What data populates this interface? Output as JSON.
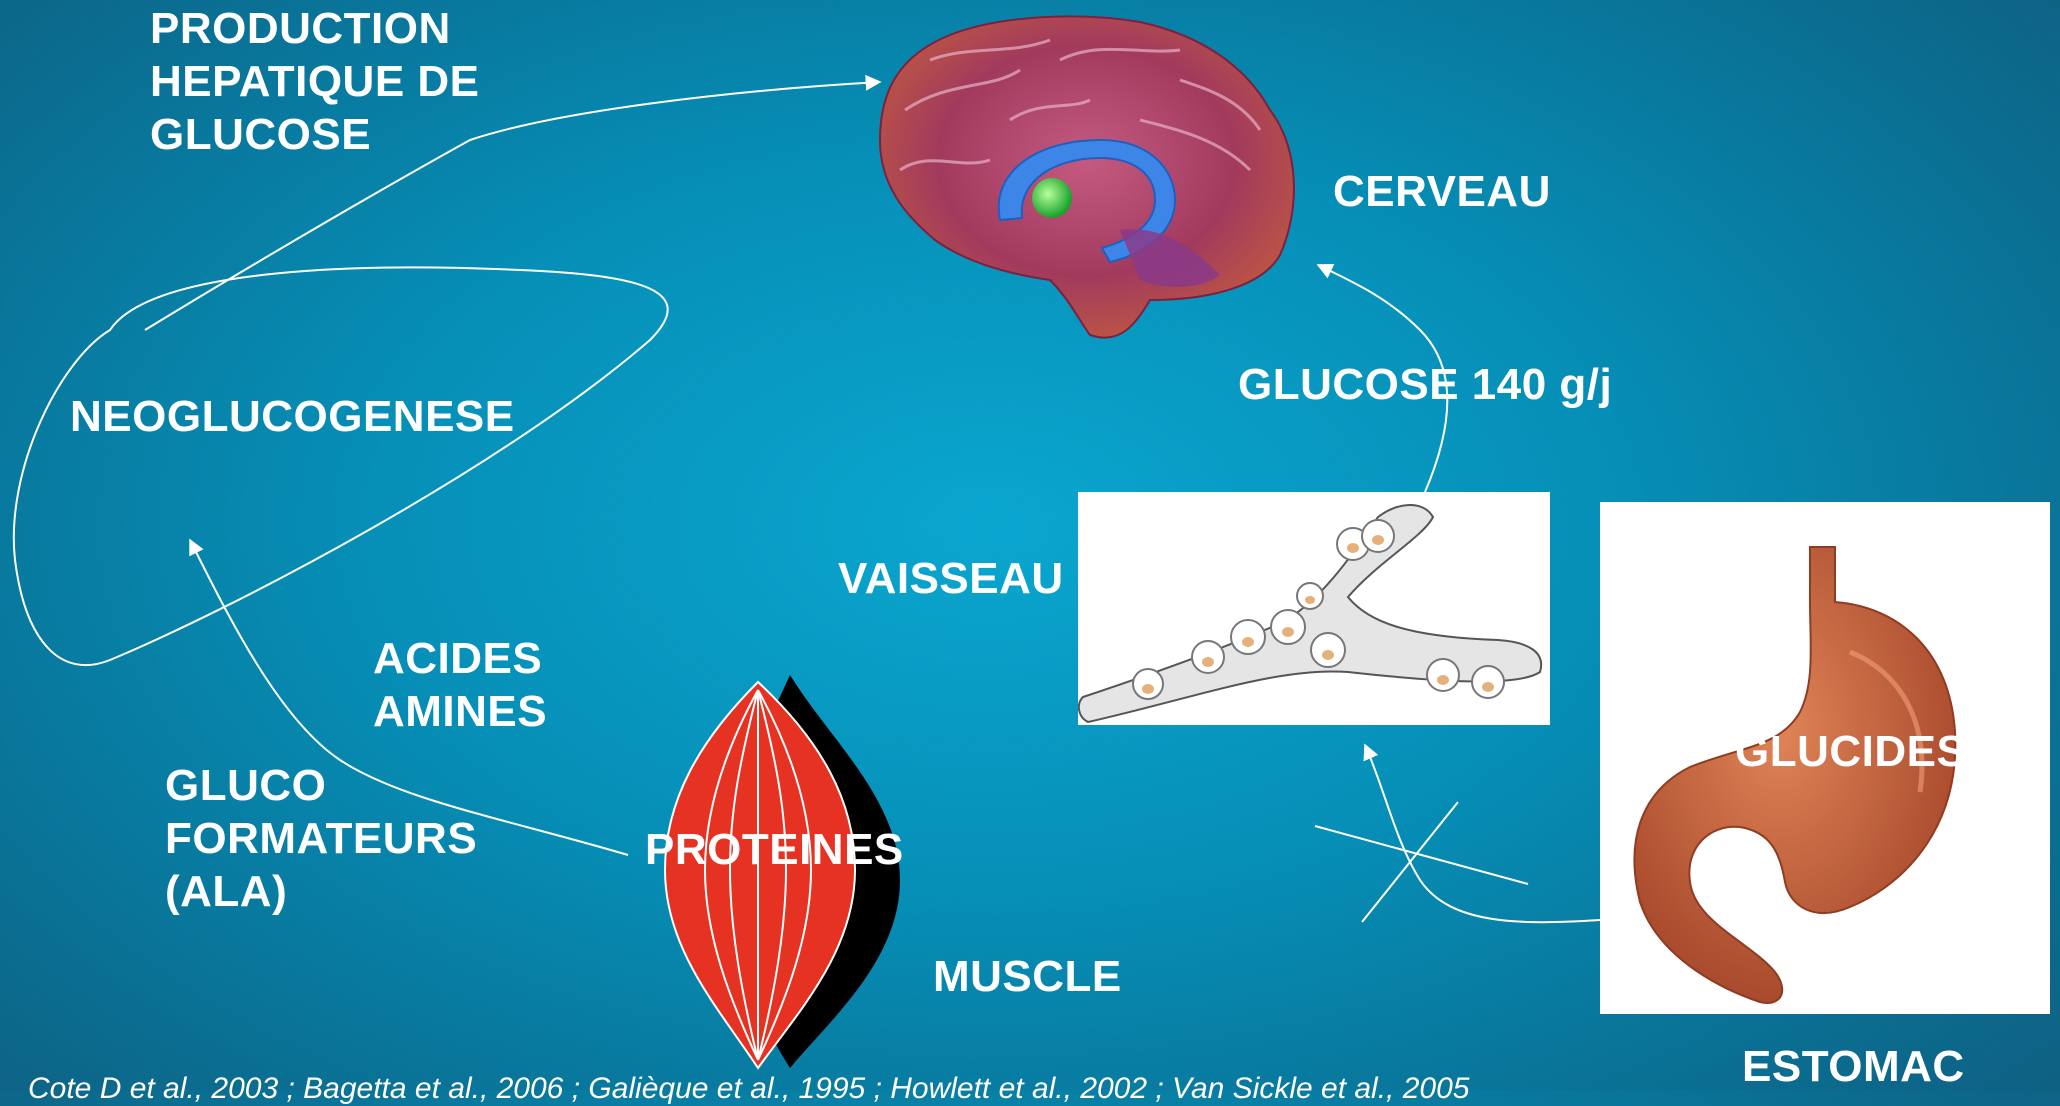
{
  "labels": {
    "production": "PRODUCTION\nHEPATIQUE DE\nGLUCOSE",
    "cerveau": "CERVEAU",
    "neoglucogenese": "NEOGLUCOGENESE",
    "glucose": "GLUCOSE 140 g/j",
    "vaisseau": "VAISSEAU",
    "acides_amines": "ACIDES\nAMINES",
    "glucoformateurs": "GLUCO\nFORMATEURS\n(ALA)",
    "proteines": "PROTEINES",
    "muscle": "MUSCLE",
    "glucides": "GLUCIDES",
    "estomac": "ESTOMAC"
  },
  "citation": "Cote D et al., 2003 ; Bagetta et al., 2006 ; Galièque et al., 1995 ; Howlett et al., 2002 ; Van Sickle et al., 2005",
  "icons": [
    "brain-illustration",
    "blood-vessel-illustration",
    "muscle-illustration",
    "stomach-illustration",
    "liver-outline"
  ],
  "colors": {
    "text": "#ffffff",
    "muscle_red": "#e63222",
    "stomach": "#c4613a",
    "brain": "#b0456b"
  }
}
